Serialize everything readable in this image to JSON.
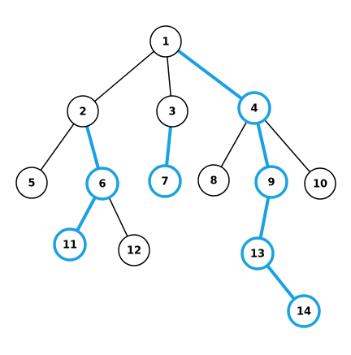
{
  "colors": {
    "highlight": "#1ba1e2",
    "normal": "#000000",
    "background": "#ffffff"
  },
  "tree": {
    "nodes": [
      {
        "id": "1",
        "label": "1",
        "highlighted": false
      },
      {
        "id": "2",
        "label": "2",
        "highlighted": false
      },
      {
        "id": "3",
        "label": "3",
        "highlighted": false
      },
      {
        "id": "4",
        "label": "4",
        "highlighted": true
      },
      {
        "id": "5",
        "label": "5",
        "highlighted": false
      },
      {
        "id": "6",
        "label": "6",
        "highlighted": true
      },
      {
        "id": "7",
        "label": "7",
        "highlighted": true
      },
      {
        "id": "8",
        "label": "8",
        "highlighted": false
      },
      {
        "id": "9",
        "label": "9",
        "highlighted": true
      },
      {
        "id": "10",
        "label": "10",
        "highlighted": false
      },
      {
        "id": "11",
        "label": "11",
        "highlighted": true
      },
      {
        "id": "12",
        "label": "12",
        "highlighted": false
      },
      {
        "id": "13",
        "label": "13",
        "highlighted": true
      },
      {
        "id": "14",
        "label": "14",
        "highlighted": true
      }
    ],
    "edges": [
      {
        "from": "1",
        "to": "2",
        "highlighted": false
      },
      {
        "from": "1",
        "to": "3",
        "highlighted": false
      },
      {
        "from": "1",
        "to": "4",
        "highlighted": true
      },
      {
        "from": "2",
        "to": "5",
        "highlighted": false
      },
      {
        "from": "2",
        "to": "6",
        "highlighted": true
      },
      {
        "from": "3",
        "to": "7",
        "highlighted": true
      },
      {
        "from": "4",
        "to": "8",
        "highlighted": false
      },
      {
        "from": "4",
        "to": "9",
        "highlighted": true
      },
      {
        "from": "4",
        "to": "10",
        "highlighted": false
      },
      {
        "from": "6",
        "to": "11",
        "highlighted": true
      },
      {
        "from": "6",
        "to": "12",
        "highlighted": false
      },
      {
        "from": "9",
        "to": "13",
        "highlighted": true
      },
      {
        "from": "13",
        "to": "14",
        "highlighted": true
      }
    ]
  }
}
